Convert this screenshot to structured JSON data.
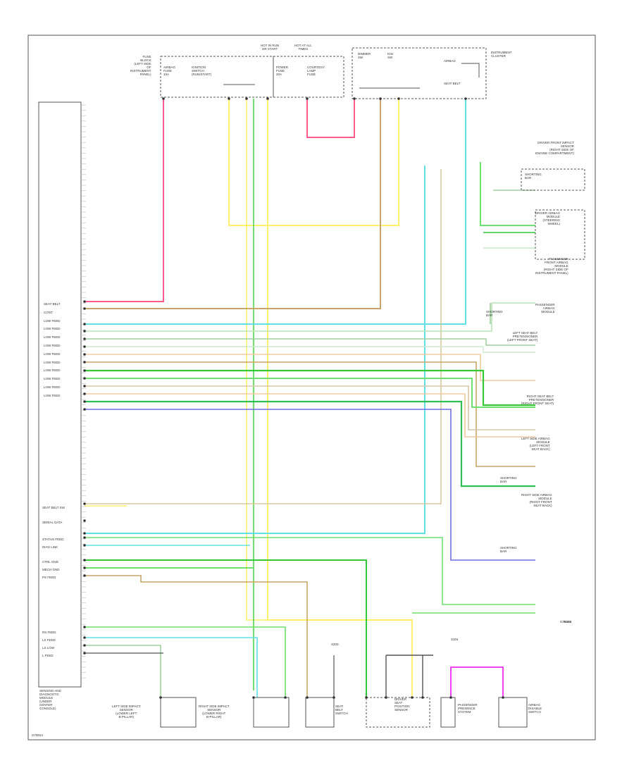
{
  "diagram": {
    "footer_code": "G78024",
    "corner_code": "G78024",
    "top_labels": {
      "hot_run_start": "HOT IN RUN\nOR START",
      "hot_at_all_times": "HOT AT ALL\nTIMES",
      "fuse_left": "FUSE\nBLOCK\n(LEFT SIDE\nOF\nINSTRUMENT\nPANEL)",
      "airbag_fuse": "AIRBAG\nFUSE\n10A",
      "ignition_switch": "IGNITION\nSWITCH\n(RUN/START)",
      "power_fuse": "POWER\nFUSE\n20A",
      "courtesy_fuse": "COURTESY\nLAMP\nFUSE",
      "dimmer": "DIMMER\nSW",
      "ign_sw": "IGN\nSW",
      "instrument_cluster": "INSTRUMENT\nCLUSTER",
      "cluster_warn": "AIRBAG",
      "cluster_seatbelt": "SEAT BELT"
    },
    "control_module_label": "SENSING AND\nDIAGNOSTIC\nMODULE\n(UNDER\nCENTER\nCONSOLE)",
    "left_pin_labels": [
      "SEAT BELT",
      "CONT",
      "LOW FEED",
      "LOW FEED",
      "LOW FEED",
      "LOW FEED",
      "LOW FEED",
      "LOW FEED",
      "LOW FEED",
      "LOW FEED",
      "LOW FEED",
      "LOW FEED"
    ],
    "left_pin_labels_lower": [
      "SEAT BELT SW",
      "SERIAL DATA",
      "STATUS FEED",
      "DIAG LINK",
      "CTRL GND",
      "MECH GND",
      "PS FEED",
      "RS FEED",
      "LS FEED",
      "LS LOW",
      "L FEED"
    ],
    "wire_colors": [
      "PINK",
      "BLK/WHT",
      "TAN",
      "YEL",
      "DK GRN",
      "LT GRN",
      "BRN/WHT",
      "DK BLU",
      "LT BLU",
      "ORG"
    ],
    "right_components": [
      "DRIVER FRONT IMPACT\nSENSOR\n(RIGHT SIDE OF\nENGINE COMPARTMENT)",
      "DRIVER AIRBAG\nMODULE\n(STEERING\nWHEEL)",
      "PASSENGER\nFRONT AIRBAG\nMODULE\n(RIGHT SIDE OF\nINSTRUMENT PANEL)",
      "PASSENGER\nAIRBAG\nMODULE",
      "LEFT SEAT BELT\nPRETENSIONER\n(LEFT FRONT SEAT)",
      "RIGHT SEAT BELT\nPRETENSIONER\n(RIGHT FRONT SEAT)",
      "LEFT SIDE AIRBAG\nMODULE\n(LEFT FRONT\nSEAT BACK)",
      "RIGHT SIDE AIRBAG\nMODULE\n(RIGHT FRONT\nSEAT BACK)"
    ],
    "bottom_components": [
      "LEFT SIDE IMPACT\nSENSOR\n(LOWER LEFT\nB-PILLAR)",
      "RIGHT SIDE IMPACT\nSENSOR\n(LOWER RIGHT\nB-PILLAR)",
      "SEAT\nBELT\nSWITCH",
      "DRIVER\nSEAT\nPOSITION\nSENSOR",
      "PASSENGER\nPRESENCE\nSYSTEM",
      "AIRBAG\nDISABLE\nSWITCH"
    ],
    "splice_labels": [
      "S203",
      "S204",
      "G200"
    ],
    "shorting_labels": [
      "SHORTING\nBAR",
      "SHORTING\nBAR",
      "SHORTING\nBAR",
      "SHORTING\nBAR"
    ]
  }
}
